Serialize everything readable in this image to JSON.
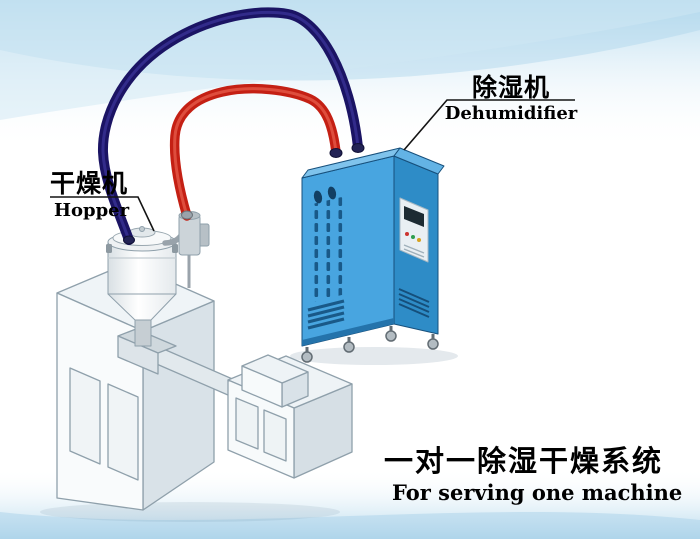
{
  "labels": {
    "dehumidifier": {
      "zh": "除湿机",
      "en": "Dehumidifier"
    },
    "hopper": {
      "zh": "干燥机",
      "en": "Hopper"
    },
    "caption": {
      "zh": "一对一除湿干燥系统",
      "en": "For serving one machine"
    }
  },
  "colors": {
    "pipe_red": "#c42014",
    "pipe_red_highlight": "#f4725f",
    "pipe_navy": "#1b1464",
    "pipe_navy_highlight": "#4a42b0",
    "unit_front": "#48a5e0",
    "unit_side": "#2e8cc7",
    "unit_top": "#7fc3ec",
    "leader_line": "#141414"
  }
}
